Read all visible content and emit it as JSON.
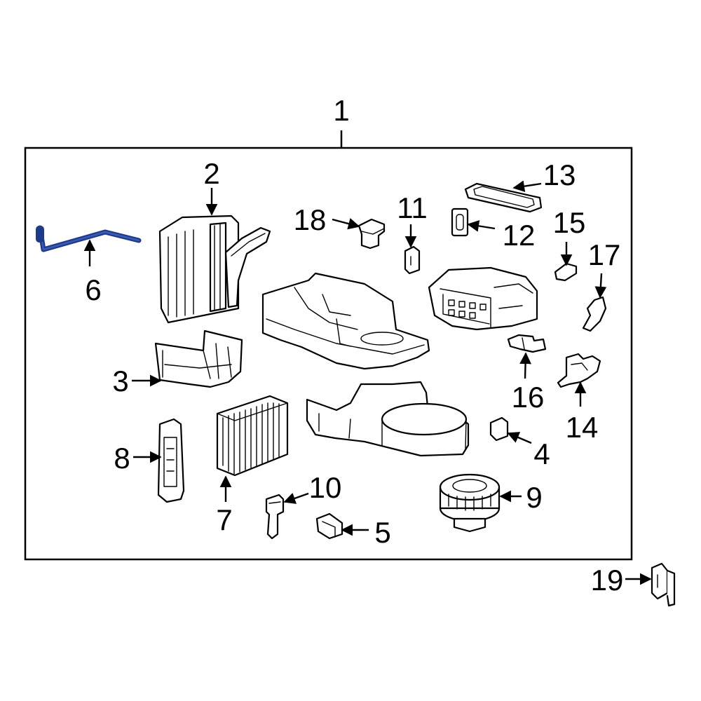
{
  "diagram": {
    "highlight_color": "#1e3a8a",
    "highlighted_part": "6",
    "callouts": {
      "c1": "1",
      "c2": "2",
      "c3": "3",
      "c4": "4",
      "c5": "5",
      "c6": "6",
      "c7": "7",
      "c8": "8",
      "c9": "9",
      "c10": "10",
      "c11": "11",
      "c12": "12",
      "c13": "13",
      "c14": "14",
      "c15": "15",
      "c16": "16",
      "c17": "17",
      "c18": "18",
      "c19": "19"
    }
  }
}
